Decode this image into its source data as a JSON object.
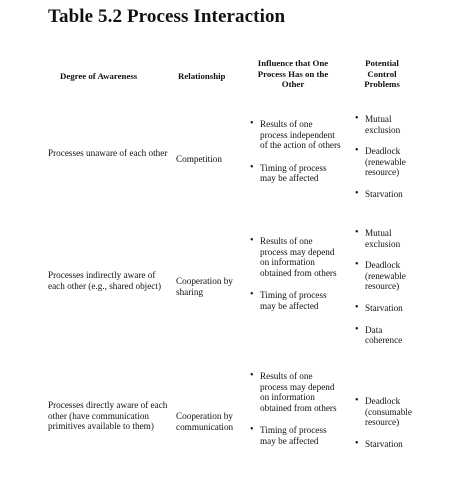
{
  "title": "Table 5.2 Process Interaction",
  "headers": {
    "awareness": "Degree of Awareness",
    "relationship": "Relationship",
    "influence": "Influence that One Process Has on the Other",
    "problems": "Potential Control Problems"
  },
  "rows": [
    {
      "awareness": "Processes unaware of each other",
      "relationship": "Competition",
      "influence": [
        "Results of one process independent of the action of others",
        "Timing of process may be affected"
      ],
      "problems": [
        "Mutual exclusion",
        "Deadlock (renewable resource)",
        "Starvation"
      ]
    },
    {
      "awareness": "Processes indirectly aware of each other (e.g., shared object)",
      "relationship": "Cooperation by sharing",
      "influence": [
        "Results of one process may depend on information obtained from others",
        "Timing of process may be affected"
      ],
      "problems": [
        "Mutual exclusion",
        "Deadlock (renewable resource)",
        "Starvation",
        "Data coherence"
      ]
    },
    {
      "awareness": "Processes directly aware of each other (have communication primitives available to them)",
      "relationship": "Cooperation by communication",
      "influence": [
        "Results of one process may depend on information obtained from others",
        "Timing of process may be affected"
      ],
      "problems": [
        "Deadlock (consumable resource)",
        "Starvation"
      ]
    }
  ]
}
